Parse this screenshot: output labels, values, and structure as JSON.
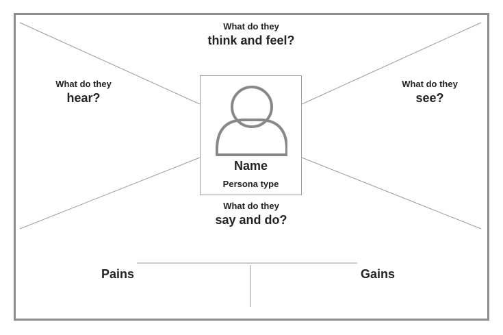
{
  "questions": {
    "think": {
      "line1": "What do they",
      "line2": "think and feel?"
    },
    "hear": {
      "line1": "What do they",
      "line2": "hear?"
    },
    "see": {
      "line1": "What do they",
      "line2": "see?"
    },
    "say": {
      "line1": "What do they",
      "line2": "say and do?"
    }
  },
  "persona": {
    "name": "Name",
    "type": "Persona type",
    "icon": "person-icon"
  },
  "bottom": {
    "pains": "Pains",
    "gains": "Gains"
  },
  "colors": {
    "frame": "#8c8c8c",
    "lines": "#9a9a9a",
    "icon": "#888888",
    "text": "#222222"
  }
}
